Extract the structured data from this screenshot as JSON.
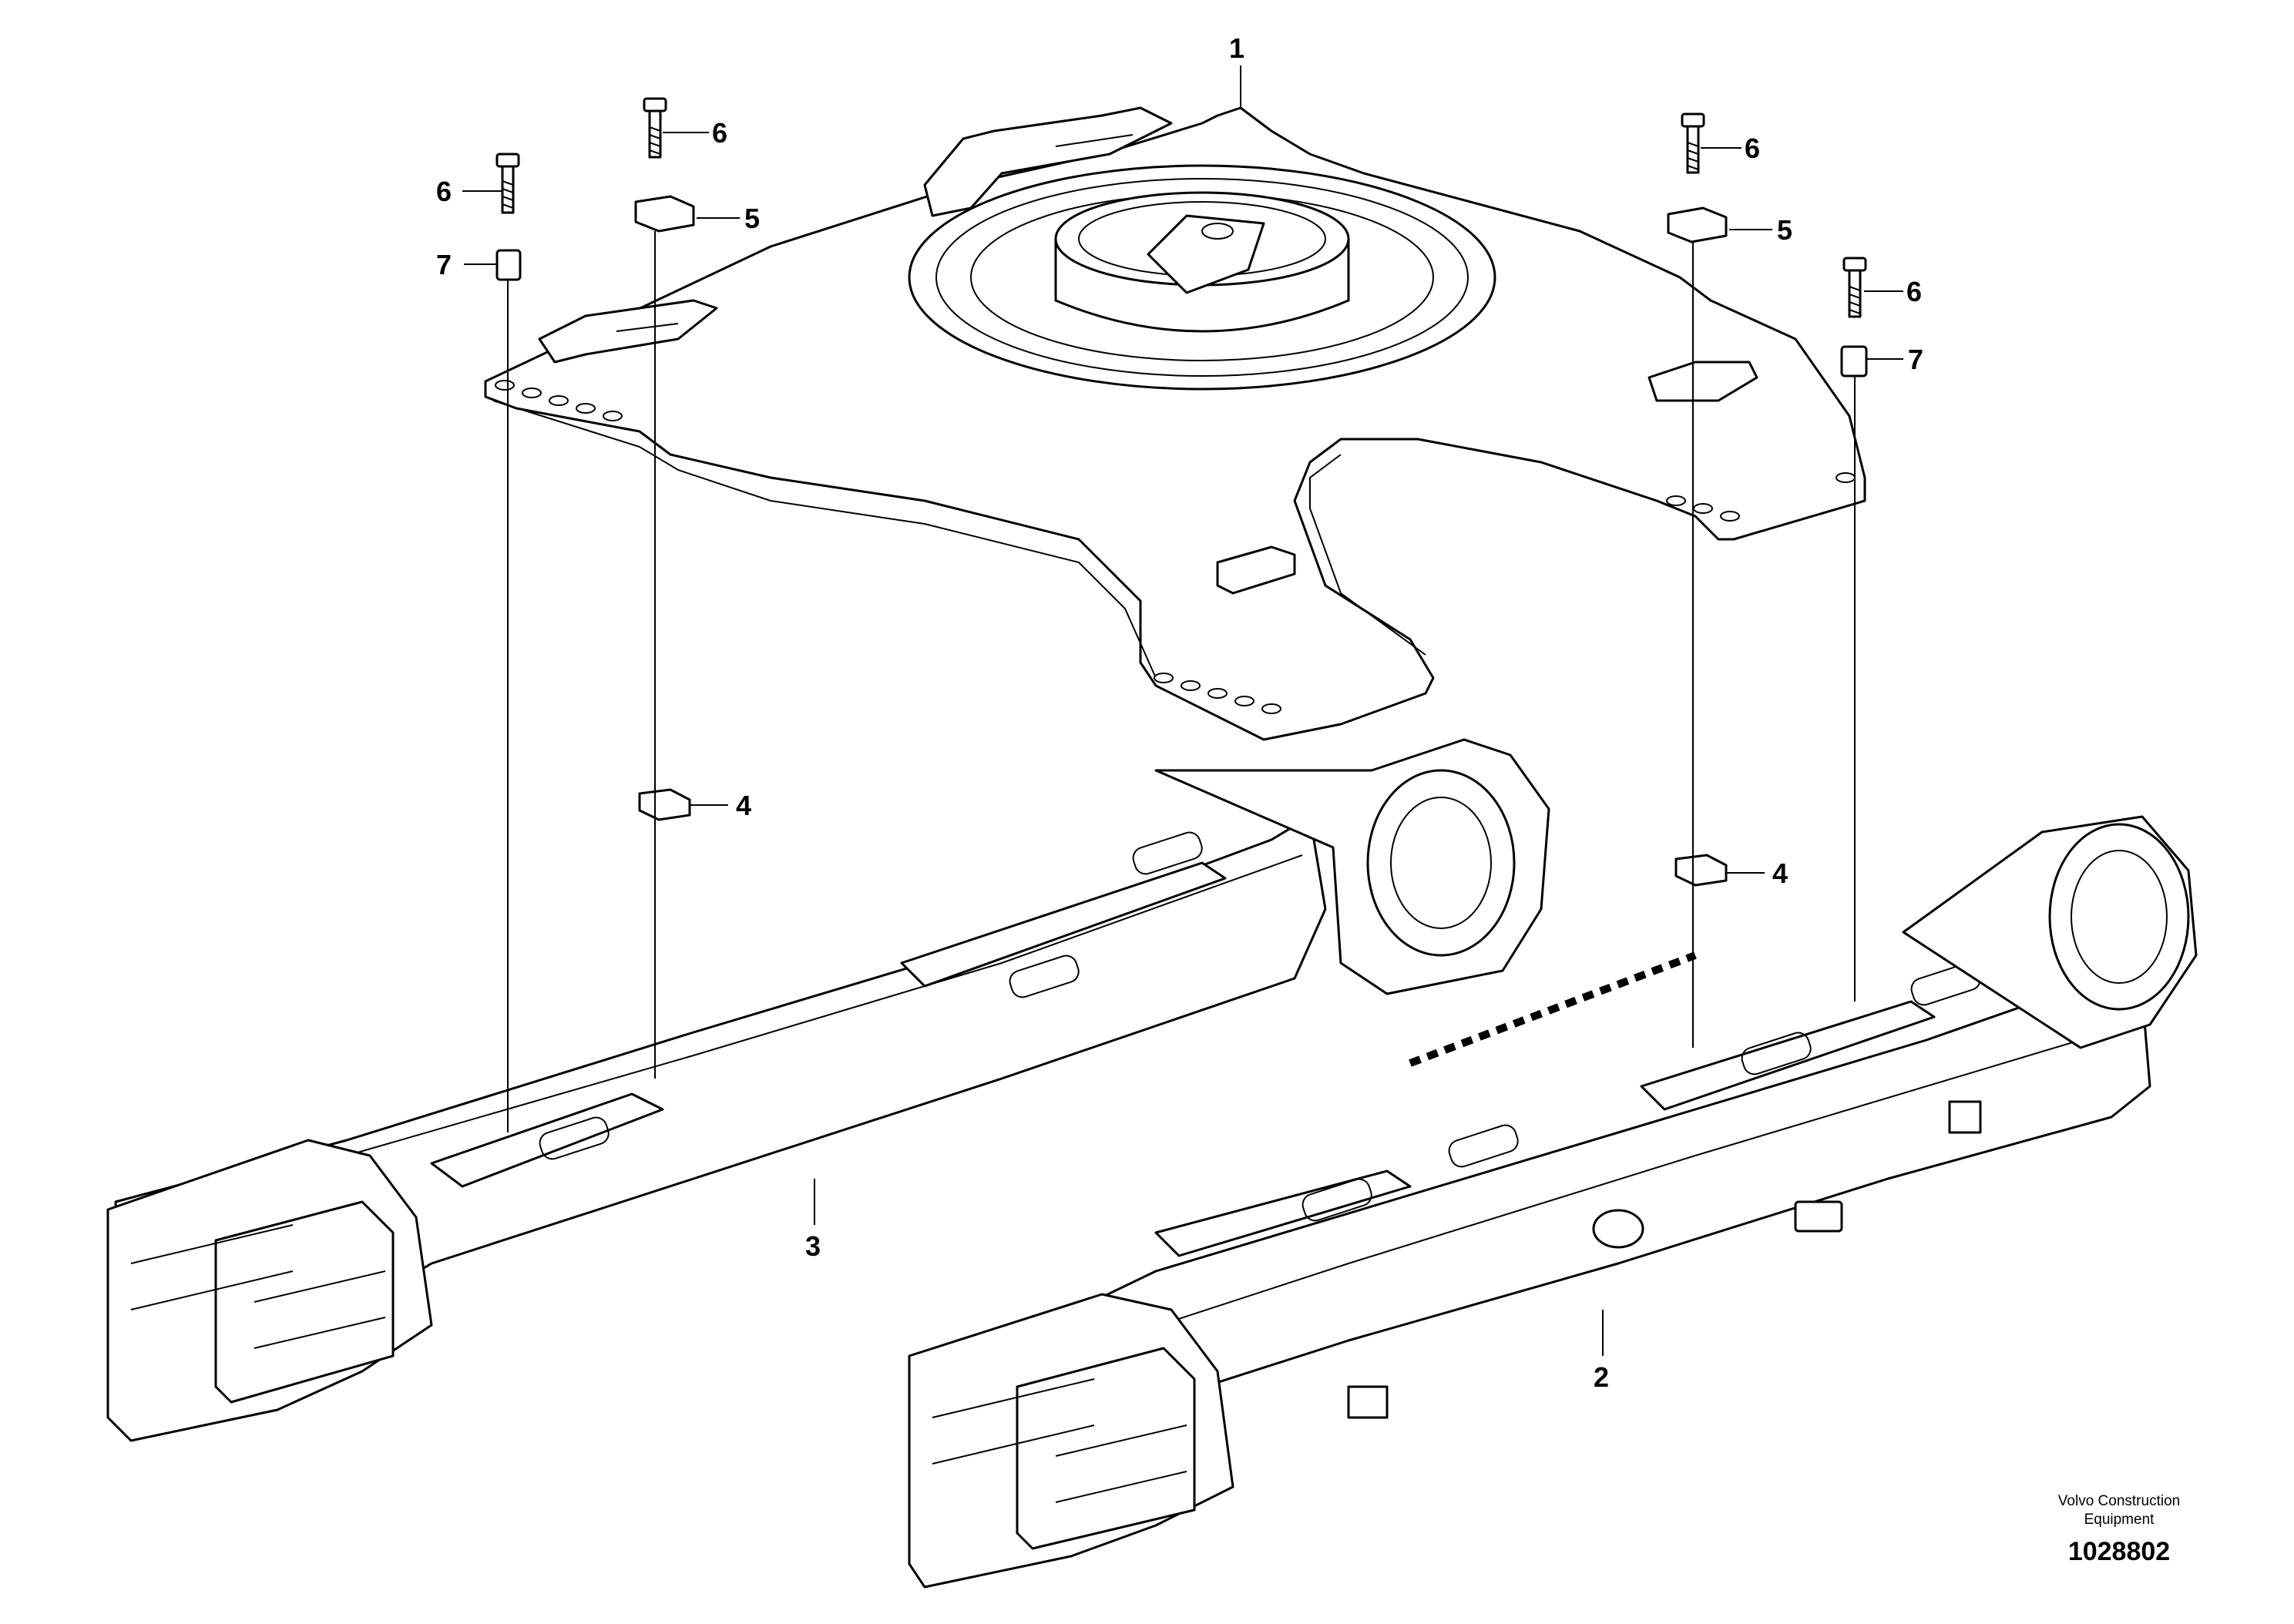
{
  "diagram": {
    "callouts": {
      "c1": "1",
      "c2": "2",
      "c3": "3",
      "c4a": "4",
      "c4b": "4",
      "c5a": "5",
      "c5b": "5",
      "c6a": "6",
      "c6b": "6",
      "c6c": "6",
      "c6d": "6",
      "c7a": "7",
      "c7b": "7"
    },
    "footer": {
      "brand_line1": "Volvo Construction",
      "brand_line2": "Equipment",
      "doc_number": "1028802"
    },
    "colors": {
      "line": "#000000",
      "background": "#ffffff"
    }
  }
}
